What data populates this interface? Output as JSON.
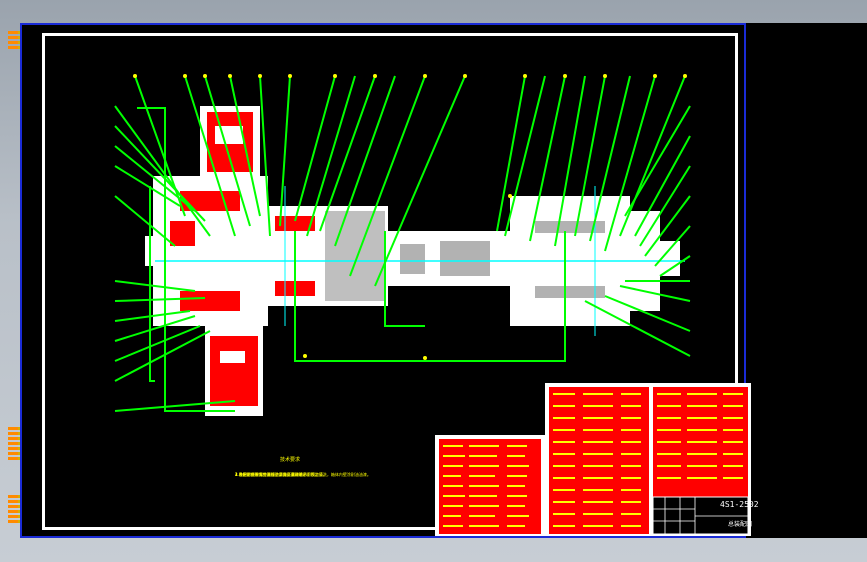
{
  "drawing": {
    "notes_heading": "技术要求",
    "notes": [
      "1.装配前所有零件用煤油清洗，滚动轴承用汽油清洗，箱体内壁涂耐油油漆。",
      "2.齿轮副侧隙用铅丝检验，保证侧隙不小于规定值。",
      "3.装配后应按规定进行空载和负载试验。",
      "4.各密封处不允许漏油，剖分面允许涂密封胶。"
    ],
    "title_code": "4S1-2502",
    "title_sub": "总装配图"
  },
  "colors": {
    "background": "#000000",
    "frame": "#ffffff",
    "leader": "#00ff00",
    "section": "#ff0000",
    "centerline": "#00ffff",
    "text": "#ffff00",
    "viewport_border": "#1a2bd6"
  }
}
